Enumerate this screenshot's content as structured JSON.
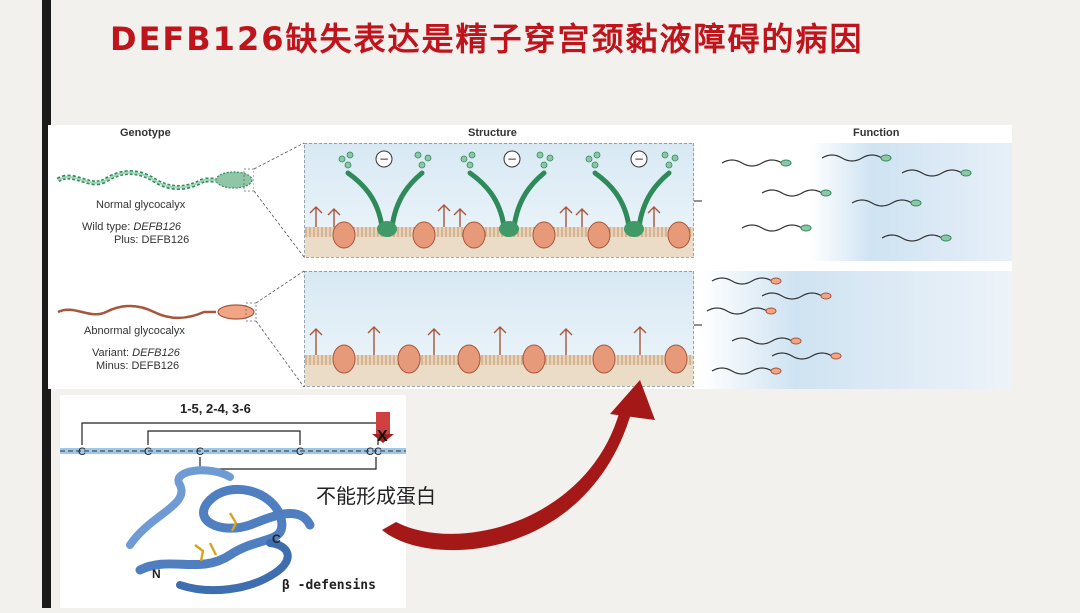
{
  "slide": {
    "title": "DEFB126缺失表达是精子穿宫颈黏液障碍的病因",
    "callout": "不能形成蛋白"
  },
  "figure": {
    "headers": {
      "genotype": "Genotype",
      "structure": "Structure",
      "function": "Function"
    },
    "normal": {
      "label": "Normal glycocalyx",
      "line1_prefix": "Wild type: ",
      "line1_gene": "DEFB126",
      "line2": "Plus: DEFB126"
    },
    "abnormal": {
      "label": "Abnormal glycocalyx",
      "line1_prefix": "Variant: ",
      "line1_gene": "DEFB126",
      "line2": "Minus: DEFB126"
    },
    "charge_symbol": "−"
  },
  "beta_defensin": {
    "disulfide_pairs": "1-5, 2-4, 3-6",
    "cys_label": "C",
    "n_terminus": "N",
    "c_terminus": "C",
    "deletion_mark": "X",
    "name": "β -defensins"
  },
  "colors": {
    "title": "#c0141c",
    "normal_green": "#2f8a5a",
    "abnormal_brown": "#a8553a",
    "arrow_red": "#a51818",
    "ribbon_blue": "#4f7fc0"
  }
}
